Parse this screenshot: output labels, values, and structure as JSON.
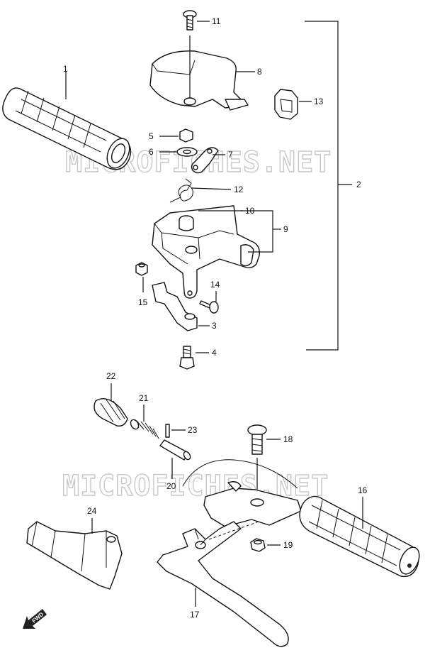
{
  "watermark": "MICROFICHES.NET",
  "fwd_label": "FWD",
  "callouts": [
    "1",
    "2",
    "3",
    "4",
    "5",
    "6",
    "7",
    "8",
    "9",
    "10",
    "11",
    "12",
    "13",
    "14",
    "15",
    "16",
    "17",
    "18",
    "19",
    "20",
    "21",
    "22",
    "23",
    "24"
  ]
}
